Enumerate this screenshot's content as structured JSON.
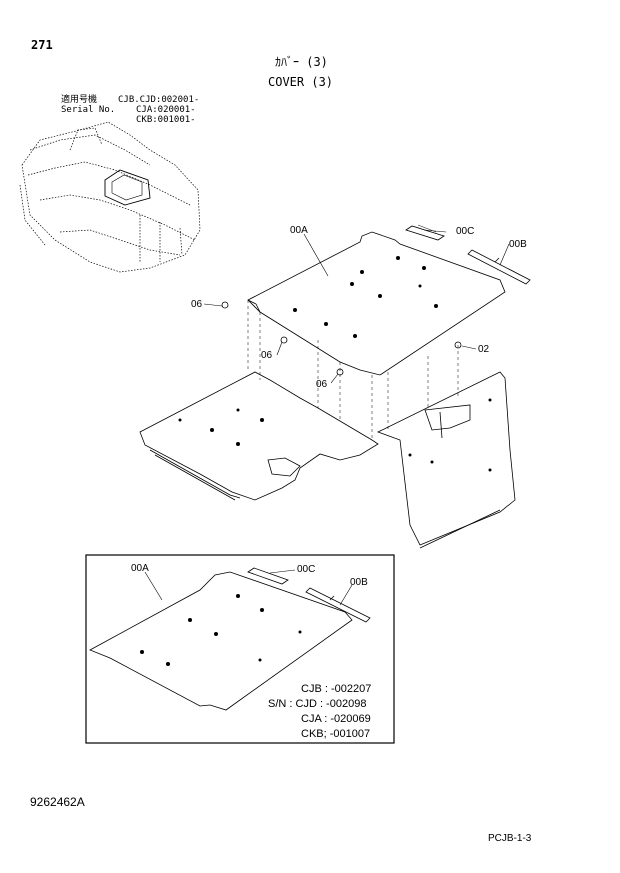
{
  "page": {
    "number": "271",
    "title_jp": "ｶﾊﾞｰ (3)",
    "title_en": "COVER (3)",
    "footer_left": "9262462A",
    "footer_right": "PCJB-1-3"
  },
  "serial_header": {
    "label_jp": "適用号機",
    "label_en": "Serial No.",
    "lines": [
      "CJB.CJD:002001-",
      "CJA:020001-",
      "CKB:001001-"
    ]
  },
  "callouts": {
    "main": {
      "part_00A": "00A",
      "part_00C": "00C",
      "part_00B": "00B",
      "part_06_a": "06",
      "part_06_b": "06",
      "part_06_c": "06",
      "part_02": "02"
    },
    "inset": {
      "part_00A": "00A",
      "part_00C": "00C",
      "part_00B": "00B"
    }
  },
  "inset_serial": {
    "lines": [
      "CJB : -002207",
      "S/N : CJD : -002098",
      "CJA : -020069",
      "CKB; -001007"
    ]
  }
}
